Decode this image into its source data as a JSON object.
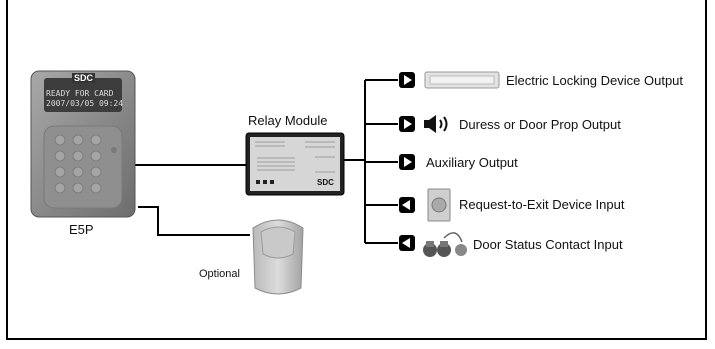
{
  "keypad": {
    "label": "E5P",
    "brand": "SDC",
    "display_line1": "READY FOR CARD",
    "display_line2": "2007/03/05 09:24"
  },
  "relay_module": {
    "label": "Relay Module",
    "brand": "SDC"
  },
  "optional_device": {
    "label": "Optional"
  },
  "outputs": [
    {
      "label": "Electric Locking Device Output",
      "direction": "output",
      "icon": "electric-lock-icon"
    },
    {
      "label": "Duress or Door Prop Output",
      "direction": "output",
      "icon": "speaker-icon"
    },
    {
      "label": "Auxiliary Output",
      "direction": "output",
      "icon": ""
    },
    {
      "label": "Request-to-Exit Device Input",
      "direction": "input",
      "icon": "exit-button-icon"
    },
    {
      "label": "Door Status Contact Input",
      "direction": "input",
      "icon": "door-contact-icon"
    }
  ],
  "colors": {
    "wire": "#000000",
    "device_gray": "#8a8a8a",
    "display_bg": "#3c3c3c"
  }
}
